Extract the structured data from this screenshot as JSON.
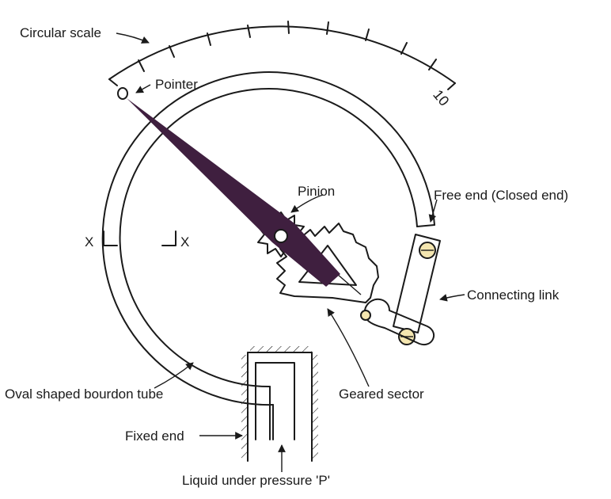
{
  "labels": {
    "circular_scale": "Circular scale",
    "pointer": "Pointer",
    "scale_max": "10",
    "pinion": "Pinion",
    "free_end": "Free end (Closed end)",
    "axis_x_left": "X",
    "axis_x_right": "X",
    "connecting_link": "Connecting link",
    "geared_sector": "Geared sector",
    "bourdon_tube": "Oval shaped bourdon tube",
    "fixed_end": "Fixed end",
    "liquid": "Liquid under pressure 'P'"
  },
  "colors": {
    "pointer": "#3f1f3f",
    "line": "#1a1a1a",
    "pin_fill": "#f4e6b0"
  }
}
